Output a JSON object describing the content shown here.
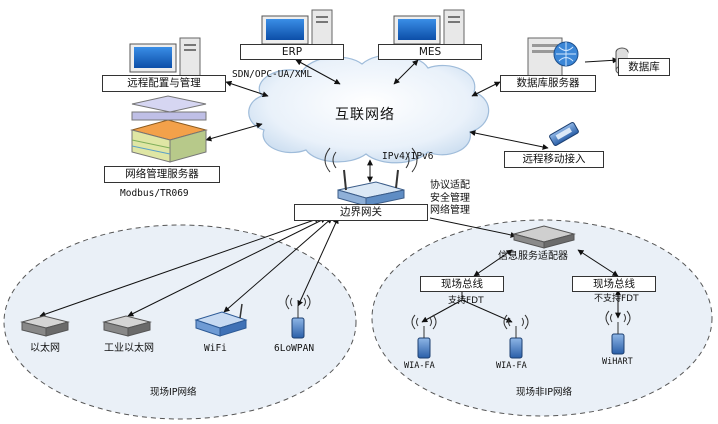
{
  "internet": "互联网络",
  "erp": "ERP",
  "mes": "MES",
  "remote_config": "远程配置与管理",
  "protocols_top": "SDN/OPC-UA/XML",
  "db_server": "数据库服务器",
  "database": "数据库",
  "nms": "网络管理服务器",
  "nms_protocol": "Modbus/TR069",
  "remote_mobile": "远程移动接入",
  "ipv": "IPv4/IPv6",
  "gateway_features": [
    "协议适配",
    "安全管理",
    "网络管理"
  ],
  "edge_gateway": "边界网关",
  "adapter": "信息服务适配器",
  "fieldbus_left": "现场总线",
  "fieldbus_right": "现场总线",
  "support_fdt": "支持FDT",
  "no_support_fdt": "不支持FDT",
  "ip_devices": [
    "以太网",
    "工业以太网",
    "WiFi",
    "6LoWPAN"
  ],
  "nonip_devices": [
    "WIA-FA",
    "WIA-FA",
    "WiHART"
  ],
  "ip_network": "现场IP网络",
  "nonip_network": "现场非IP网络"
}
